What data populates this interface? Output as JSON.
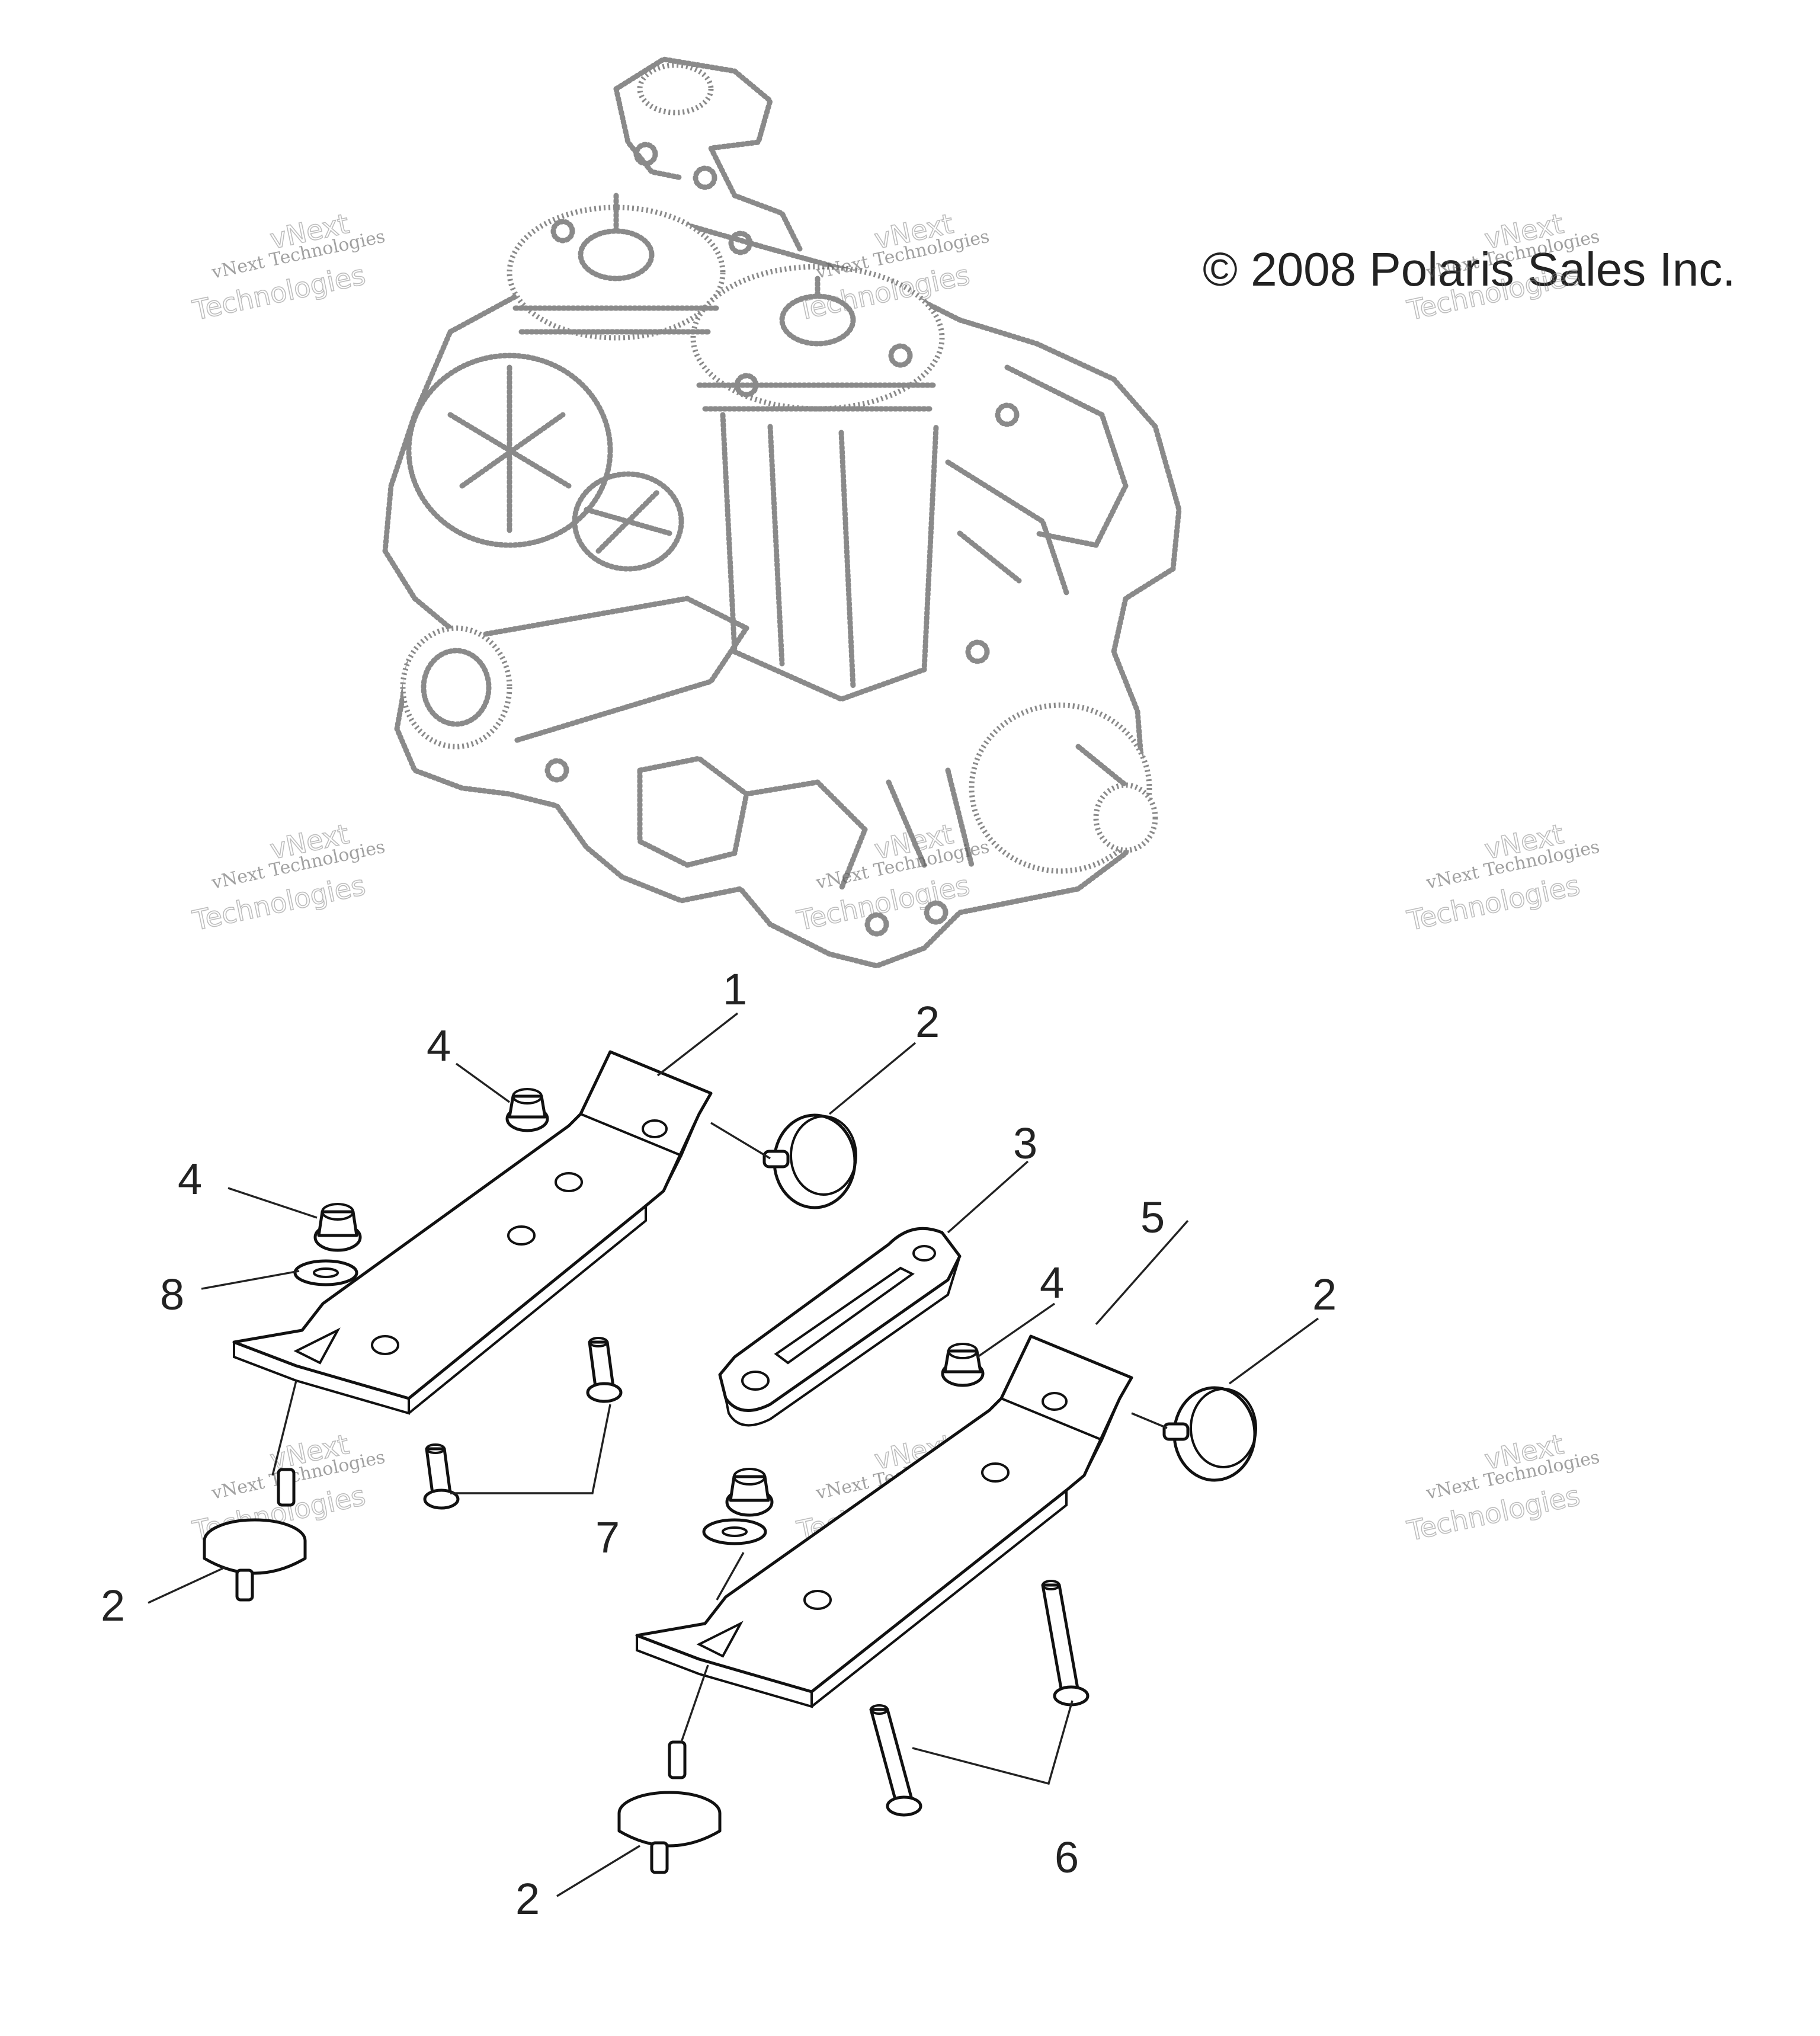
{
  "copyright": "© 2008 Polaris Sales Inc.",
  "watermark": {
    "line1": "vNext",
    "line2": "vNext Technologies",
    "line3": "Technologies"
  },
  "callouts": {
    "c1": "1",
    "c2a": "2",
    "c2b": "2",
    "c2c": "2",
    "c2d": "2",
    "c3": "3",
    "c4a": "4",
    "c4b": "4",
    "c4c": "4",
    "c5": "5",
    "c6": "6",
    "c7": "7",
    "c8": "8"
  }
}
